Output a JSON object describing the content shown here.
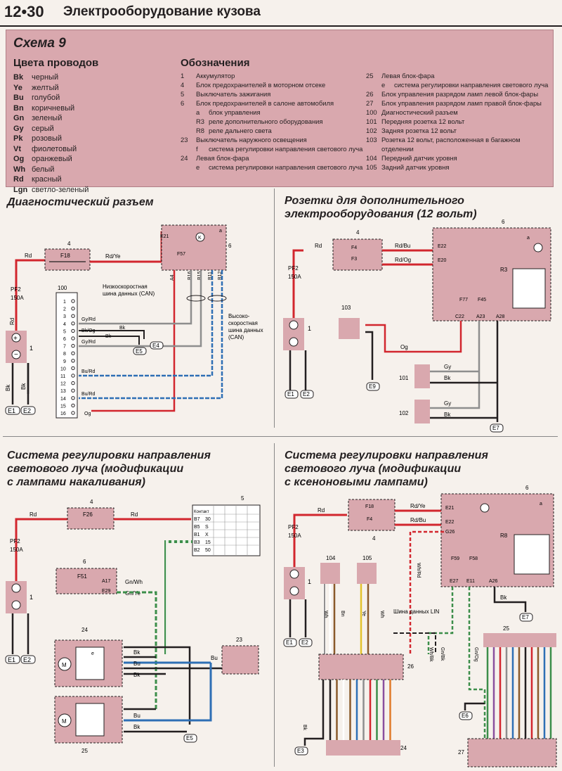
{
  "header": {
    "page": "12•30",
    "title": "Электрооборудование кузова"
  },
  "scheme": "Схема 9",
  "wire_colors_title": "Цвета проводов",
  "wire_colors": [
    {
      "code": "Bk",
      "name": "черный"
    },
    {
      "code": "Ye",
      "name": "желтый"
    },
    {
      "code": "Bu",
      "name": "голубой"
    },
    {
      "code": "Bn",
      "name": "коричневый"
    },
    {
      "code": "Gn",
      "name": "зеленый"
    },
    {
      "code": "Gy",
      "name": "серый"
    },
    {
      "code": "Pk",
      "name": "розовый"
    },
    {
      "code": "Vt",
      "name": "фиолетовый"
    },
    {
      "code": "Og",
      "name": "оранжевый"
    },
    {
      "code": "Wh",
      "name": "белый"
    },
    {
      "code": "Rd",
      "name": "красный"
    },
    {
      "code": "Lgn",
      "name": "светло-зеленый"
    }
  ],
  "designations_title": "Обозначения",
  "designations_col1": [
    {
      "n": "1",
      "t": "Аккумулятор"
    },
    {
      "n": "4",
      "t": "Блок предохранителей в моторном отсеке"
    },
    {
      "n": "5",
      "t": "Выключатель зажигания"
    },
    {
      "n": "6",
      "t": "Блок предохранителей в салоне автомобиля"
    },
    {
      "n": "a",
      "t": "блок управления",
      "sub": true
    },
    {
      "n": "R3",
      "t": "реле дополнительного оборудования",
      "sub": true
    },
    {
      "n": "R8",
      "t": "реле дальнего света",
      "sub": true
    },
    {
      "n": "23",
      "t": "Выключатель наружного освещения"
    },
    {
      "n": "f",
      "t": "система регулировки направления светового луча",
      "sub": true
    },
    {
      "n": "24",
      "t": "Левая блок-фара"
    },
    {
      "n": "e",
      "t": "система регулировки направления светового луча",
      "sub": true
    }
  ],
  "designations_col2": [
    {
      "n": "25",
      "t": "Левая блок-фара"
    },
    {
      "n": "e",
      "t": "система регулировки направления светового луча",
      "sub": true
    },
    {
      "n": "26",
      "t": "Блок управления разрядом ламп левой блок-фары"
    },
    {
      "n": "27",
      "t": "Блок управления разрядом ламп правой блок-фары"
    },
    {
      "n": "100",
      "t": "Диагностический разъем"
    },
    {
      "n": "101",
      "t": "Передняя розетка 12 вольт"
    },
    {
      "n": "102",
      "t": "Задняя розетка 12 вольт"
    },
    {
      "n": "103",
      "t": "Розетка 12 вольт, расположенная в багажном"
    },
    {
      "n": "",
      "t": "отделении"
    },
    {
      "n": "104",
      "t": "Передний датчик уровня"
    },
    {
      "n": "105",
      "t": "Задний датчик уровня"
    }
  ],
  "sections": {
    "diag": "Диагностический разъем",
    "sockets_l1": "Розетки для дополнительного",
    "sockets_l2": "электрооборудования (12 вольт)",
    "beam_inc_l1": "Система регулировки направления",
    "beam_inc_l2": "светового луча (модификации",
    "beam_inc_l3": "с лампами накаливания)",
    "beam_xen_l1": "Система регулировки направления",
    "beam_xen_l2": "светового луча (модификации",
    "beam_xen_l3": "с ксеноновыми лампами)"
  },
  "labels": {
    "rd": "Rd",
    "rd_ye": "Rd/Ye",
    "rd_bu": "Rd/Bu",
    "rd_og": "Rd/Og",
    "pf2": "PF2",
    "a150": "150A",
    "f18": "F18",
    "f57": "F57",
    "f4": "F4",
    "f3": "F3",
    "f77": "F77",
    "f45": "F45",
    "f26": "F26",
    "f51": "F51",
    "f59": "F59",
    "f58": "F58",
    "e1": "E1",
    "e2": "E2",
    "e3": "E3",
    "e4": "E4",
    "e5": "E5",
    "e6": "E6",
    "e7": "E7",
    "e9": "E9",
    "n1": "1",
    "n4": "4",
    "n5": "5",
    "n6": "6",
    "n23": "23",
    "n24": "24",
    "n25": "25",
    "n26": "26",
    "n27": "27",
    "n100": "100",
    "n101": "101",
    "n102": "102",
    "n103": "103",
    "n104": "104",
    "n105": "105",
    "a": "a",
    "e": "e",
    "f": "f",
    "r3": "R3",
    "r8": "R8",
    "e21": "E21",
    "e22": "E22",
    "e20": "E20",
    "c22": "C22",
    "a23": "A23",
    "a28": "A28",
    "a17": "A17",
    "e29": "E29",
    "g26": "G26",
    "e27": "E27",
    "e11": "E11",
    "a26": "A26",
    "a4": "A4",
    "b16": "B16",
    "b15": "B15",
    "b11": "B11",
    "b12": "B12",
    "low_can_1": "Низкоскоростная",
    "low_can_2": "шина данных (CAN)",
    "high_can_1": "Высоко-",
    "high_can_2": "скоростная",
    "high_can_3": "шина данных",
    "high_can_4": "(CAN)",
    "gy_rd": "Gy/Rd",
    "bk_og": "Bk/Og",
    "bk": "Bk",
    "bu_rd": "Bu/Rd",
    "og": "Og",
    "gy": "Gy",
    "bu": "Bu",
    "gn_wh": "Gn/Wh",
    "gn_ye": "Gn/Ye",
    "wh_rd": "Wh/Rd",
    "gn_bk": "Gn/Bk",
    "wh_bk": "Wh/Bk",
    "gn_og": "Gn/Og",
    "lin_bus": "Шина данных LIN",
    "kontakt": "Контакт",
    "plus": "+",
    "pin_b7": "B7",
    "pin_b5": "B5",
    "pin_b1": "B1",
    "pin_b3": "B3",
    "pin_b2": "B2",
    "pin_30": "30",
    "pin_s": "S",
    "pin_x": "X",
    "pin_15": "15",
    "pin_50": "50",
    "wh": "Wh",
    "bn": "Bn",
    "ye": "Ye",
    "m": "M",
    "k": "K"
  },
  "diag_pins": [
    "1",
    "2",
    "3",
    "4",
    "5",
    "6",
    "7",
    "8",
    "9",
    "10",
    "11",
    "12",
    "13",
    "14",
    "15",
    "16"
  ],
  "colors": {
    "red": "#d2262e",
    "blue": "#2e6fb5",
    "black": "#231f20",
    "gray": "#8e8e8e",
    "green": "#3c8e4a",
    "pink": "#d9a8ae",
    "orange": "#e07b2a",
    "brown": "#8a5a2b",
    "yellow": "#e3c22b",
    "violet": "#8a4f9e"
  }
}
